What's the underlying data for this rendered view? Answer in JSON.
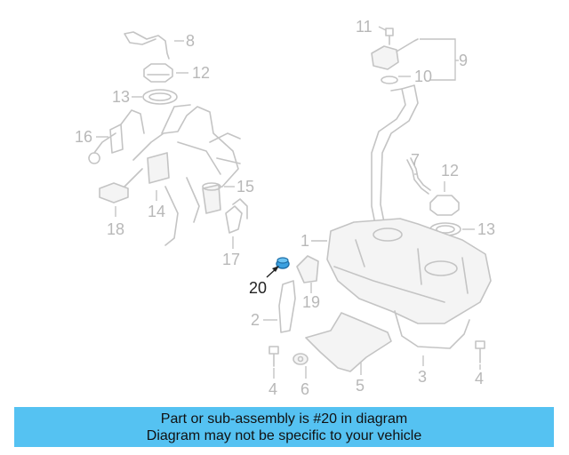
{
  "diagram": {
    "callouts": {
      "c1": "1",
      "c2": "2",
      "c3": "3",
      "c4a": "4",
      "c4b": "4",
      "c5": "5",
      "c6": "6",
      "c7": "7",
      "c8": "8",
      "c9": "9",
      "c10": "10",
      "c11": "11",
      "c12a": "12",
      "c12b": "12",
      "c13a": "13",
      "c13b": "13",
      "c14": "14",
      "c15": "15",
      "c16": "16",
      "c17": "17",
      "c18": "18",
      "c19": "19",
      "c20": "20"
    },
    "highlighted_part": "20",
    "colors": {
      "highlight": "#3aa0e0",
      "callout_text": "#b8b8b8",
      "highlight_text": "#222222"
    }
  },
  "footer": {
    "line1": "Part or sub-assembly is #20 in diagram",
    "line2": "Diagram may not be specific to your vehicle",
    "background": "#55c2f2"
  }
}
